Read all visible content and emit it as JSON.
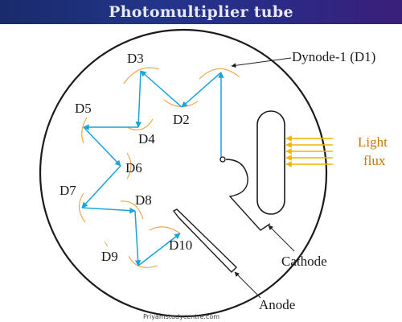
{
  "title": "Photomultiplier tube",
  "labels": {
    "d1": "Dynode-1 (D1)",
    "d2": "D2",
    "d3": "D3",
    "d4": "D4",
    "d5": "D5",
    "d6": "D6",
    "d7": "D7",
    "d8": "D8",
    "d9": "D9",
    "d10": "D10",
    "light_line1": "Light",
    "light_line2": "flux",
    "cathode": "Cathode",
    "anode": "Anode"
  },
  "credit": "Priyamstudycentre.com",
  "colors": {
    "electron_path": "#1aa3d9",
    "dynode_arc": "#f0a040",
    "light_flux": "#f2b400",
    "light_label": "#c87800",
    "title_bg": "#22358a"
  }
}
